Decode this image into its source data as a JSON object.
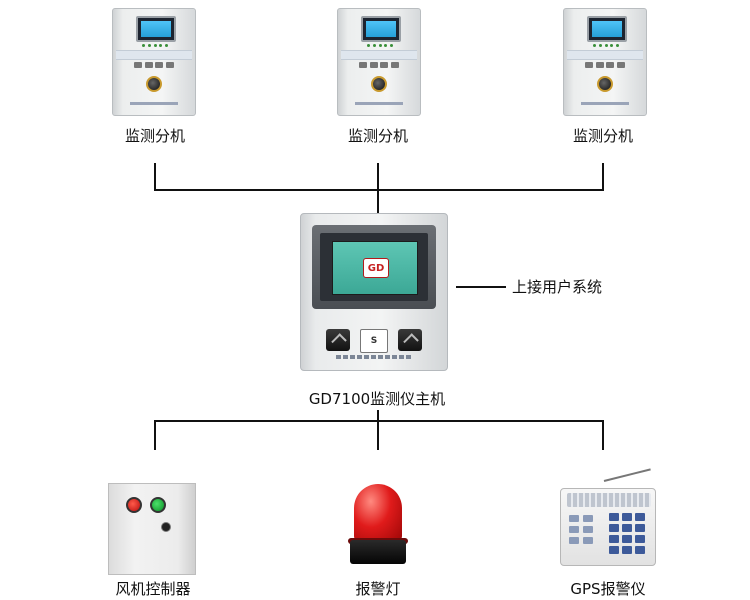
{
  "sub_units": [
    {
      "label": "监测分机"
    },
    {
      "label": "监测分机"
    },
    {
      "label": "监测分机"
    }
  ],
  "main_unit": {
    "label": "GD7100监测仪主机",
    "logo_text": "GD",
    "upper_link_label": "上接用户系统"
  },
  "outputs": [
    {
      "label": "风机控制器"
    },
    {
      "label": "报警灯"
    },
    {
      "label": "GPS报警仪"
    }
  ],
  "colors": {
    "line": "#111111",
    "lamp_red": "#e01b1b",
    "screen_blue": "#26a0d8",
    "screen_teal": "#3ca896"
  }
}
